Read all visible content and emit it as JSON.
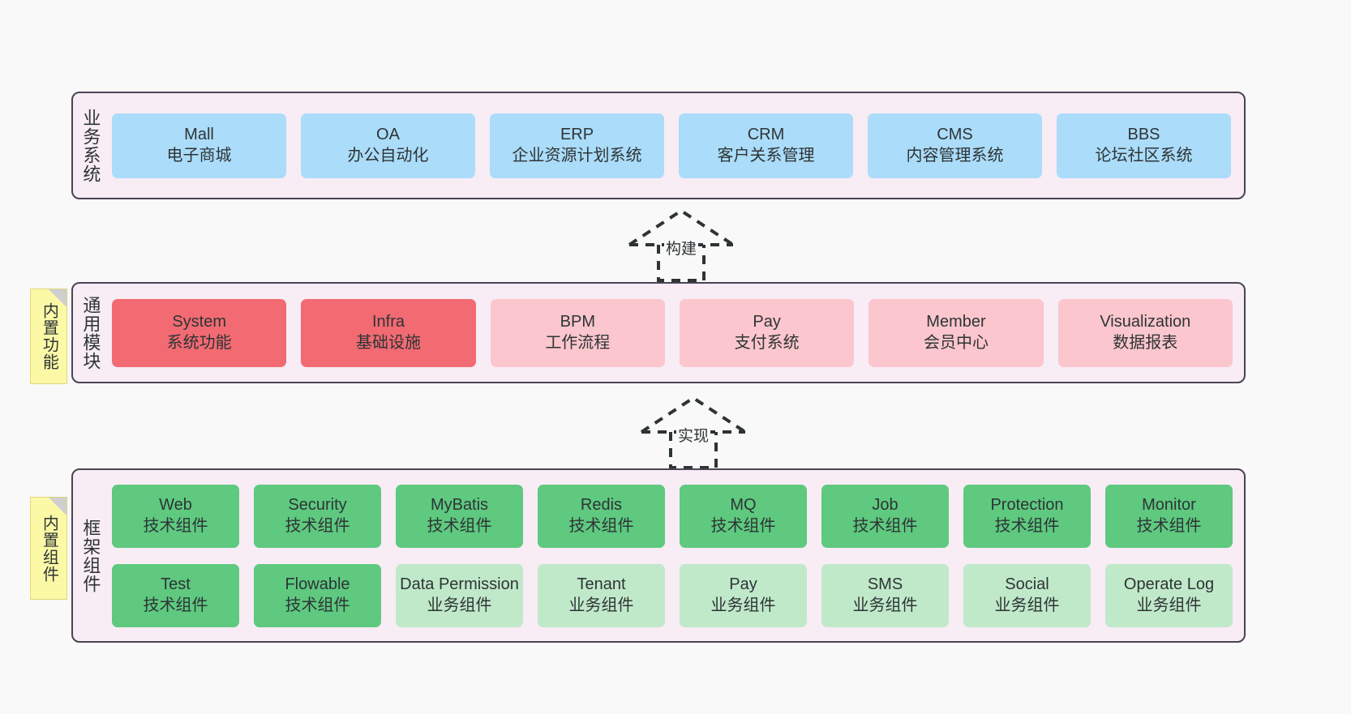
{
  "canvas": {
    "background": "#f9f9f9",
    "container_fill": "#f8ecf5",
    "container_border": "#4b4453",
    "sticky_fill": "#fbf9a6"
  },
  "layers": [
    {
      "id": "business",
      "title": "业务系统",
      "rows": [
        {
          "style": "c-blue",
          "color": "#abdcf9",
          "cells": [
            {
              "name": "Mall",
              "desc": "电子商城"
            },
            {
              "name": "OA",
              "desc": "办公自动化"
            },
            {
              "name": "ERP",
              "desc": "企业资源计划系统"
            },
            {
              "name": "CRM",
              "desc": "客户关系管理"
            },
            {
              "name": "CMS",
              "desc": "内容管理系统"
            },
            {
              "name": "BBS",
              "desc": "论坛社区系统"
            }
          ]
        }
      ]
    },
    {
      "id": "common",
      "title": "通用模块",
      "sticky": "内置功能",
      "rows": [
        {
          "cells": [
            {
              "name": "System",
              "desc": "系统功能",
              "style": "c-red",
              "color": "#f26a72"
            },
            {
              "name": "Infra",
              "desc": "基础设施",
              "style": "c-red",
              "color": "#f26a72"
            },
            {
              "name": "BPM",
              "desc": "工作流程",
              "style": "c-pink",
              "color": "#fbc6cd"
            },
            {
              "name": "Pay",
              "desc": "支付系统",
              "style": "c-pink",
              "color": "#fbc6cd"
            },
            {
              "name": "Member",
              "desc": "会员中心",
              "style": "c-pink",
              "color": "#fbc6cd"
            },
            {
              "name": "Visualization",
              "desc": "数据报表",
              "style": "c-pink",
              "color": "#fbc6cd"
            }
          ]
        }
      ]
    },
    {
      "id": "framework",
      "title": "框架组件",
      "sticky": "内置组件",
      "rows": [
        {
          "style": "c-green",
          "color": "#5ec97f",
          "cells": [
            {
              "name": "Web",
              "desc": "技术组件"
            },
            {
              "name": "Security",
              "desc": "技术组件"
            },
            {
              "name": "MyBatis",
              "desc": "技术组件"
            },
            {
              "name": "Redis",
              "desc": "技术组件"
            },
            {
              "name": "MQ",
              "desc": "技术组件"
            },
            {
              "name": "Job",
              "desc": "技术组件"
            },
            {
              "name": "Protection",
              "desc": "技术组件"
            },
            {
              "name": "Monitor",
              "desc": "技术组件"
            }
          ]
        },
        {
          "cells": [
            {
              "name": "Test",
              "desc": "技术组件",
              "style": "c-green",
              "color": "#5ec97f"
            },
            {
              "name": "Flowable",
              "desc": "技术组件",
              "style": "c-green",
              "color": "#5ec97f"
            },
            {
              "name": "Data Permission",
              "desc": "业务组件",
              "style": "c-green-light",
              "color": "#c0e9c9"
            },
            {
              "name": "Tenant",
              "desc": "业务组件",
              "style": "c-green-light",
              "color": "#c0e9c9"
            },
            {
              "name": "Pay",
              "desc": "业务组件",
              "style": "c-green-light",
              "color": "#c0e9c9"
            },
            {
              "name": "SMS",
              "desc": "业务组件",
              "style": "c-green-light",
              "color": "#c0e9c9"
            },
            {
              "name": "Social",
              "desc": "业务组件",
              "style": "c-green-light",
              "color": "#c0e9c9"
            },
            {
              "name": "Operate Log",
              "desc": "业务组件",
              "style": "c-green-light",
              "color": "#c0e9c9"
            }
          ]
        }
      ]
    }
  ],
  "connectors": [
    {
      "id": "build",
      "label": "构建",
      "style": "dashed-hollow-arrow",
      "direction": "up"
    },
    {
      "id": "realize",
      "label": "实现",
      "style": "dashed-hollow-arrow",
      "direction": "up"
    }
  ]
}
